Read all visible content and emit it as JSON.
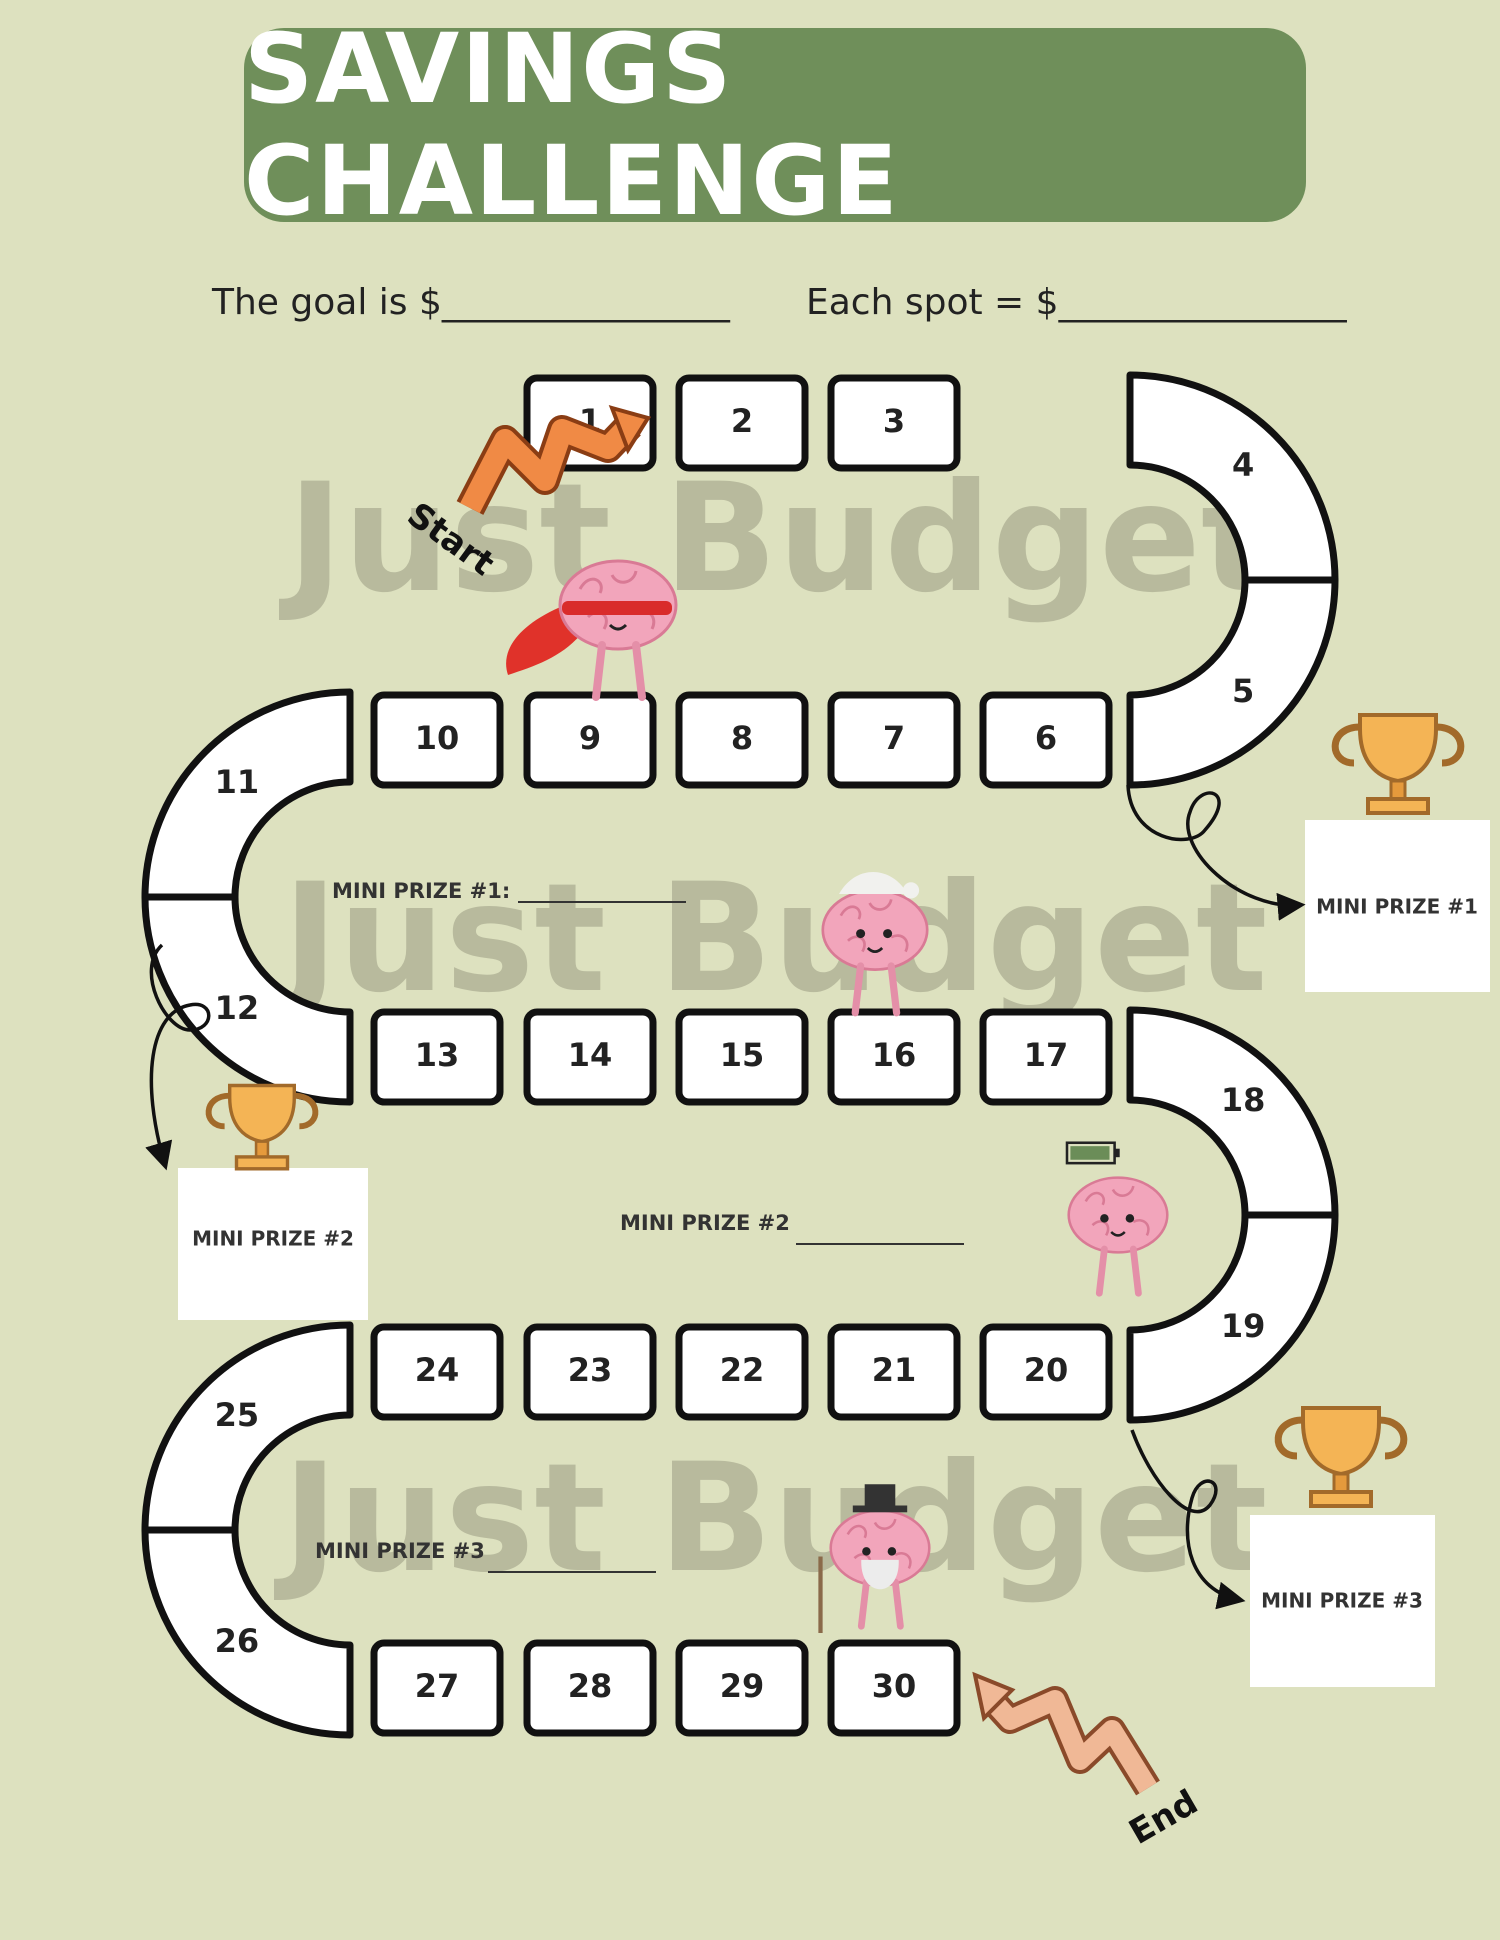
{
  "title": "SAVINGS CHALLENGE",
  "goal_label": "The goal is $",
  "goal_blank": "________________",
  "spot_label": "Each spot = $",
  "spot_blank": "________________",
  "watermark": "Just Budget",
  "start_label": "Start",
  "end_label": "End",
  "spots": [
    "1",
    "2",
    "3",
    "4",
    "5",
    "6",
    "7",
    "8",
    "9",
    "10",
    "11",
    "12",
    "13",
    "14",
    "15",
    "16",
    "17",
    "18",
    "19",
    "20",
    "21",
    "22",
    "23",
    "24",
    "25",
    "26",
    "27",
    "28",
    "29",
    "30"
  ],
  "mini_prize_lines": [
    {
      "label": "MINI PRIZE #1:",
      "blank": "________________"
    },
    {
      "label": "MINI PRIZE #2",
      "blank": "________________"
    },
    {
      "label": "MINI PRIZE #3",
      "blank": "________________"
    }
  ],
  "mini_prize_boxes": [
    "MINI PRIZE #1",
    "MINI PRIZE #2",
    "MINI PRIZE #3"
  ],
  "colors": {
    "background": "#dde1bf",
    "title_bar": "#6f8f5a",
    "start_arrow": "#f08a45",
    "end_arrow": "#f0b896",
    "trophy": "#f4b455",
    "brain": "#f2a5bb"
  },
  "icons": [
    "brain-hero-icon",
    "brain-sleepy-icon",
    "brain-battery-icon",
    "brain-old-icon",
    "trophy-icon"
  ]
}
